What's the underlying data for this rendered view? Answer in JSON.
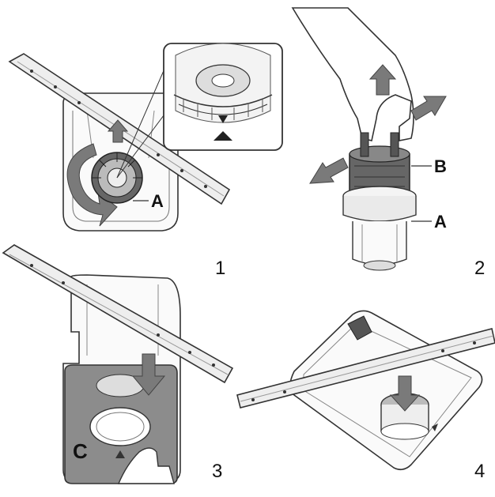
{
  "steps": [
    {
      "number": "1",
      "callouts": [
        "A"
      ]
    },
    {
      "number": "2",
      "callouts": [
        "B",
        "A"
      ]
    },
    {
      "number": "3",
      "callouts": [
        "C"
      ]
    },
    {
      "number": "4",
      "callouts": []
    }
  ],
  "colors": {
    "line": "#333333",
    "arrow_fill": "#7a7a7a",
    "panel_fill": "#8c8c8c",
    "metal_light": "#e9e9e9",
    "filter_dark": "#555555"
  }
}
